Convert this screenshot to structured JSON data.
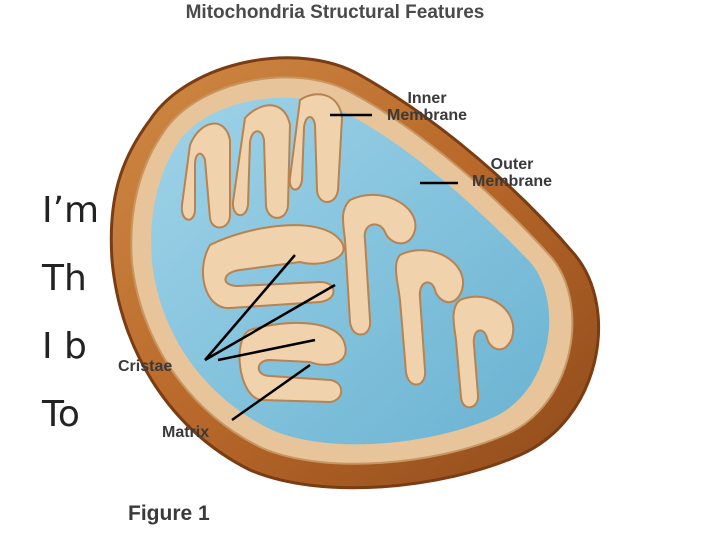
{
  "diagram": {
    "title": "Mitochondria Structural Features",
    "labels": {
      "inner_membrane": [
        "Inner",
        "Membrane"
      ],
      "outer_membrane": [
        "Outer",
        "Membrane"
      ],
      "cristae": "Cristae",
      "matrix": "Matrix"
    },
    "caption": "Figure 1"
  },
  "slide_text": [
    "I’m",
    "Th",
    "I b",
    "To"
  ],
  "colors": {
    "outer_membrane": "#b8682a",
    "inner_membrane": "#e8c49a",
    "matrix": "#7fc1dc",
    "label_text": "#3a3a3a"
  }
}
